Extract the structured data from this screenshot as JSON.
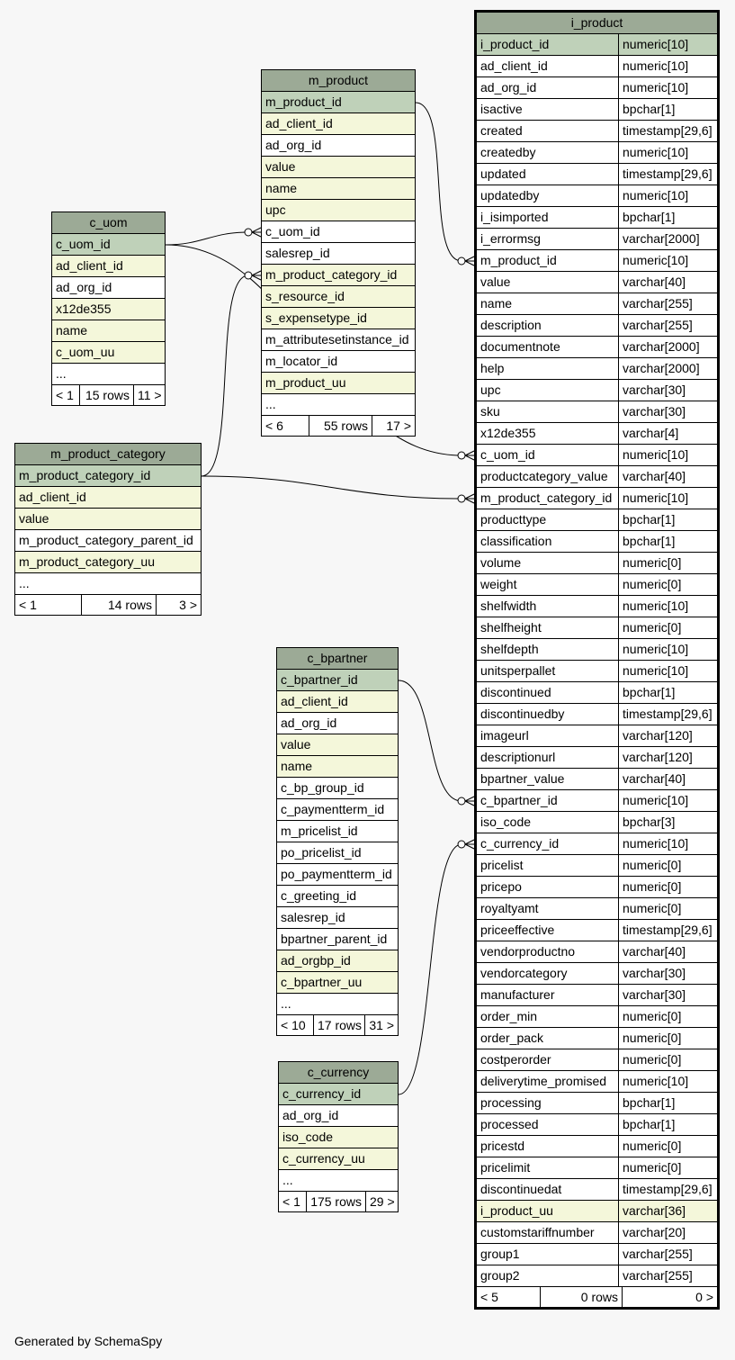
{
  "footer": "Generated by SchemaSpy",
  "tables": {
    "i_product": {
      "title": "i_product",
      "columns": [
        {
          "name": "i_product_id",
          "type": "numeric[10]",
          "kind": "pk"
        },
        {
          "name": "ad_client_id",
          "type": "numeric[10]",
          "kind": "plain"
        },
        {
          "name": "ad_org_id",
          "type": "numeric[10]",
          "kind": "plain"
        },
        {
          "name": "isactive",
          "type": "bpchar[1]",
          "kind": "plain"
        },
        {
          "name": "created",
          "type": "timestamp[29,6]",
          "kind": "plain"
        },
        {
          "name": "createdby",
          "type": "numeric[10]",
          "kind": "plain"
        },
        {
          "name": "updated",
          "type": "timestamp[29,6]",
          "kind": "plain"
        },
        {
          "name": "updatedby",
          "type": "numeric[10]",
          "kind": "plain"
        },
        {
          "name": "i_isimported",
          "type": "bpchar[1]",
          "kind": "plain"
        },
        {
          "name": "i_errormsg",
          "type": "varchar[2000]",
          "kind": "plain"
        },
        {
          "name": "m_product_id",
          "type": "numeric[10]",
          "kind": "plain"
        },
        {
          "name": "value",
          "type": "varchar[40]",
          "kind": "plain"
        },
        {
          "name": "name",
          "type": "varchar[255]",
          "kind": "plain"
        },
        {
          "name": "description",
          "type": "varchar[255]",
          "kind": "plain"
        },
        {
          "name": "documentnote",
          "type": "varchar[2000]",
          "kind": "plain"
        },
        {
          "name": "help",
          "type": "varchar[2000]",
          "kind": "plain"
        },
        {
          "name": "upc",
          "type": "varchar[30]",
          "kind": "plain"
        },
        {
          "name": "sku",
          "type": "varchar[30]",
          "kind": "plain"
        },
        {
          "name": "x12de355",
          "type": "varchar[4]",
          "kind": "plain"
        },
        {
          "name": "c_uom_id",
          "type": "numeric[10]",
          "kind": "plain"
        },
        {
          "name": "productcategory_value",
          "type": "varchar[40]",
          "kind": "plain"
        },
        {
          "name": "m_product_category_id",
          "type": "numeric[10]",
          "kind": "plain"
        },
        {
          "name": "producttype",
          "type": "bpchar[1]",
          "kind": "plain"
        },
        {
          "name": "classification",
          "type": "bpchar[1]",
          "kind": "plain"
        },
        {
          "name": "volume",
          "type": "numeric[0]",
          "kind": "plain"
        },
        {
          "name": "weight",
          "type": "numeric[0]",
          "kind": "plain"
        },
        {
          "name": "shelfwidth",
          "type": "numeric[10]",
          "kind": "plain"
        },
        {
          "name": "shelfheight",
          "type": "numeric[0]",
          "kind": "plain"
        },
        {
          "name": "shelfdepth",
          "type": "numeric[10]",
          "kind": "plain"
        },
        {
          "name": "unitsperpallet",
          "type": "numeric[10]",
          "kind": "plain"
        },
        {
          "name": "discontinued",
          "type": "bpchar[1]",
          "kind": "plain"
        },
        {
          "name": "discontinuedby",
          "type": "timestamp[29,6]",
          "kind": "plain"
        },
        {
          "name": "imageurl",
          "type": "varchar[120]",
          "kind": "plain"
        },
        {
          "name": "descriptionurl",
          "type": "varchar[120]",
          "kind": "plain"
        },
        {
          "name": "bpartner_value",
          "type": "varchar[40]",
          "kind": "plain"
        },
        {
          "name": "c_bpartner_id",
          "type": "numeric[10]",
          "kind": "plain"
        },
        {
          "name": "iso_code",
          "type": "bpchar[3]",
          "kind": "plain"
        },
        {
          "name": "c_currency_id",
          "type": "numeric[10]",
          "kind": "plain"
        },
        {
          "name": "pricelist",
          "type": "numeric[0]",
          "kind": "plain"
        },
        {
          "name": "pricepo",
          "type": "numeric[0]",
          "kind": "plain"
        },
        {
          "name": "royaltyamt",
          "type": "numeric[0]",
          "kind": "plain"
        },
        {
          "name": "priceeffective",
          "type": "timestamp[29,6]",
          "kind": "plain"
        },
        {
          "name": "vendorproductno",
          "type": "varchar[40]",
          "kind": "plain"
        },
        {
          "name": "vendorcategory",
          "type": "varchar[30]",
          "kind": "plain"
        },
        {
          "name": "manufacturer",
          "type": "varchar[30]",
          "kind": "plain"
        },
        {
          "name": "order_min",
          "type": "numeric[0]",
          "kind": "plain"
        },
        {
          "name": "order_pack",
          "type": "numeric[0]",
          "kind": "plain"
        },
        {
          "name": "costperorder",
          "type": "numeric[0]",
          "kind": "plain"
        },
        {
          "name": "deliverytime_promised",
          "type": "numeric[10]",
          "kind": "plain"
        },
        {
          "name": "processing",
          "type": "bpchar[1]",
          "kind": "plain"
        },
        {
          "name": "processed",
          "type": "bpchar[1]",
          "kind": "plain"
        },
        {
          "name": "pricestd",
          "type": "numeric[0]",
          "kind": "plain"
        },
        {
          "name": "pricelimit",
          "type": "numeric[0]",
          "kind": "plain"
        },
        {
          "name": "discontinuedat",
          "type": "timestamp[29,6]",
          "kind": "plain"
        },
        {
          "name": "i_product_uu",
          "type": "varchar[36]",
          "kind": "fk"
        },
        {
          "name": "customstariffnumber",
          "type": "varchar[20]",
          "kind": "plain"
        },
        {
          "name": "group1",
          "type": "varchar[255]",
          "kind": "plain"
        },
        {
          "name": "group2",
          "type": "varchar[255]",
          "kind": "plain"
        }
      ],
      "footer": [
        "< 5",
        "0 rows",
        "0 >"
      ]
    },
    "m_product": {
      "title": "m_product",
      "columns": [
        {
          "name": "m_product_id",
          "kind": "pk"
        },
        {
          "name": "ad_client_id",
          "kind": "fk"
        },
        {
          "name": "ad_org_id",
          "kind": "plain"
        },
        {
          "name": "value",
          "kind": "fk"
        },
        {
          "name": "name",
          "kind": "fk"
        },
        {
          "name": "upc",
          "kind": "fk"
        },
        {
          "name": "c_uom_id",
          "kind": "plain"
        },
        {
          "name": "salesrep_id",
          "kind": "plain"
        },
        {
          "name": "m_product_category_id",
          "kind": "fk"
        },
        {
          "name": "s_resource_id",
          "kind": "fk"
        },
        {
          "name": "s_expensetype_id",
          "kind": "fk"
        },
        {
          "name": "m_attributesetinstance_id",
          "kind": "plain"
        },
        {
          "name": "m_locator_id",
          "kind": "plain"
        },
        {
          "name": "m_product_uu",
          "kind": "fk"
        },
        {
          "name": "...",
          "kind": "plain"
        }
      ],
      "footer": [
        "< 6",
        "55 rows",
        "17 >"
      ]
    },
    "c_uom": {
      "title": "c_uom",
      "columns": [
        {
          "name": "c_uom_id",
          "kind": "pk"
        },
        {
          "name": "ad_client_id",
          "kind": "fk"
        },
        {
          "name": "ad_org_id",
          "kind": "plain"
        },
        {
          "name": "x12de355",
          "kind": "fk"
        },
        {
          "name": "name",
          "kind": "fk"
        },
        {
          "name": "c_uom_uu",
          "kind": "fk"
        },
        {
          "name": "...",
          "kind": "plain"
        }
      ],
      "footer": [
        "< 1",
        "15 rows",
        "11 >"
      ]
    },
    "m_product_category": {
      "title": "m_product_category",
      "columns": [
        {
          "name": "m_product_category_id",
          "kind": "pk"
        },
        {
          "name": "ad_client_id",
          "kind": "fk"
        },
        {
          "name": "value",
          "kind": "fk"
        },
        {
          "name": "m_product_category_parent_id",
          "kind": "plain"
        },
        {
          "name": "m_product_category_uu",
          "kind": "fk"
        },
        {
          "name": "...",
          "kind": "plain"
        }
      ],
      "footer": [
        "< 1",
        "14 rows",
        "3 >"
      ]
    },
    "c_bpartner": {
      "title": "c_bpartner",
      "columns": [
        {
          "name": "c_bpartner_id",
          "kind": "pk"
        },
        {
          "name": "ad_client_id",
          "kind": "fk"
        },
        {
          "name": "ad_org_id",
          "kind": "plain"
        },
        {
          "name": "value",
          "kind": "fk"
        },
        {
          "name": "name",
          "kind": "fk"
        },
        {
          "name": "c_bp_group_id",
          "kind": "plain"
        },
        {
          "name": "c_paymentterm_id",
          "kind": "plain"
        },
        {
          "name": "m_pricelist_id",
          "kind": "plain"
        },
        {
          "name": "po_pricelist_id",
          "kind": "plain"
        },
        {
          "name": "po_paymentterm_id",
          "kind": "plain"
        },
        {
          "name": "c_greeting_id",
          "kind": "plain"
        },
        {
          "name": "salesrep_id",
          "kind": "plain"
        },
        {
          "name": "bpartner_parent_id",
          "kind": "plain"
        },
        {
          "name": "ad_orgbp_id",
          "kind": "fk"
        },
        {
          "name": "c_bpartner_uu",
          "kind": "fk"
        },
        {
          "name": "...",
          "kind": "plain"
        }
      ],
      "footer": [
        "< 10",
        "17 rows",
        "31 >"
      ]
    },
    "c_currency": {
      "title": "c_currency",
      "columns": [
        {
          "name": "c_currency_id",
          "kind": "pk"
        },
        {
          "name": "ad_org_id",
          "kind": "plain"
        },
        {
          "name": "iso_code",
          "kind": "fk"
        },
        {
          "name": "c_currency_uu",
          "kind": "fk"
        },
        {
          "name": "...",
          "kind": "plain"
        }
      ],
      "footer": [
        "< 1",
        "175 rows",
        "29 >"
      ]
    }
  },
  "relationships": [
    {
      "from": "m_product.m_product_id",
      "to": "i_product.m_product_id"
    },
    {
      "from": "c_uom.c_uom_id",
      "to": "m_product.c_uom_id"
    },
    {
      "from": "c_uom.c_uom_id",
      "to": "i_product.c_uom_id"
    },
    {
      "from": "m_product_category.m_product_category_id",
      "to": "m_product.m_product_category_id"
    },
    {
      "from": "m_product_category.m_product_category_id",
      "to": "i_product.m_product_category_id"
    },
    {
      "from": "c_bpartner.c_bpartner_id",
      "to": "i_product.c_bpartner_id"
    },
    {
      "from": "c_currency.c_currency_id",
      "to": "i_product.c_currency_id"
    }
  ]
}
